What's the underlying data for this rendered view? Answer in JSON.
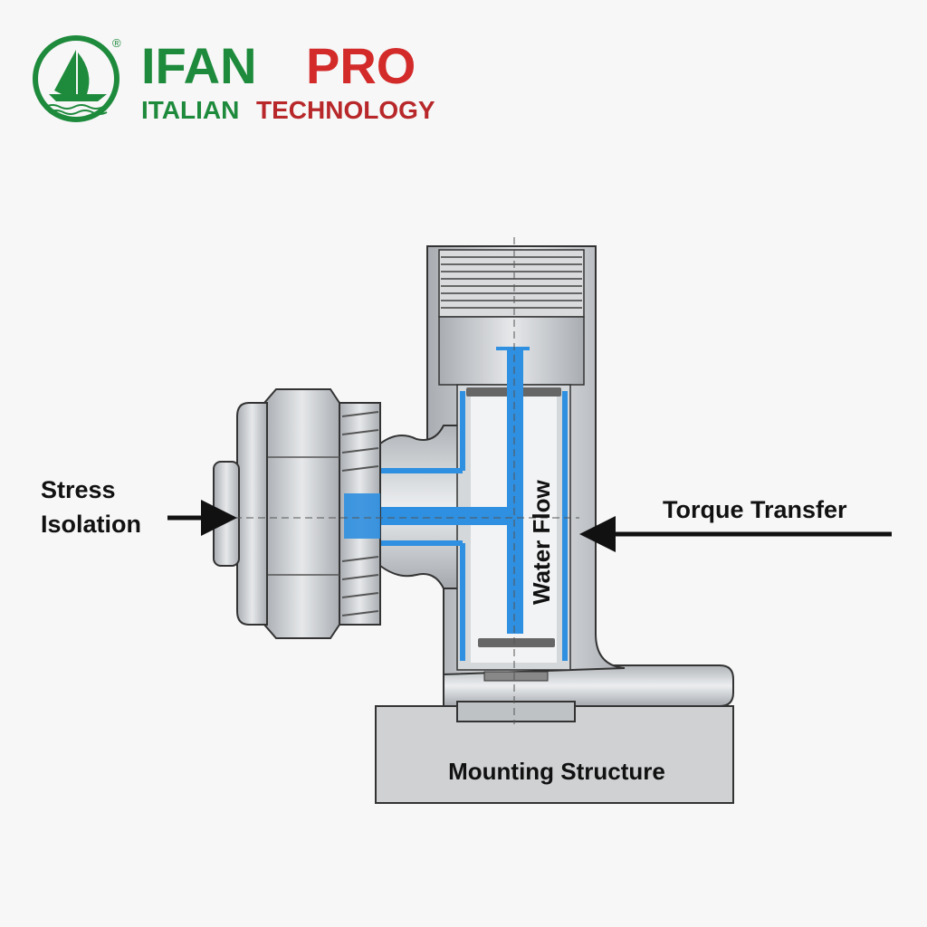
{
  "logo": {
    "brand_part1": "IFAN",
    "brand_part2": "PRO",
    "registered_mark": "®",
    "tagline_part1": "ITALIAN",
    "tagline_part2": "TECHNOLOGY",
    "colors": {
      "green": "#1e8a3c",
      "red": "#d32a2a"
    }
  },
  "diagram": {
    "labels": {
      "stress_line1": "Stress",
      "stress_line2": "Isolation",
      "torque": "Torque Transfer",
      "water_flow": "Water Flow",
      "mounting": "Mounting Structure"
    },
    "colors": {
      "flow": "#2f8fe0",
      "metal": "#c9ccd0",
      "outline": "#333333"
    }
  }
}
